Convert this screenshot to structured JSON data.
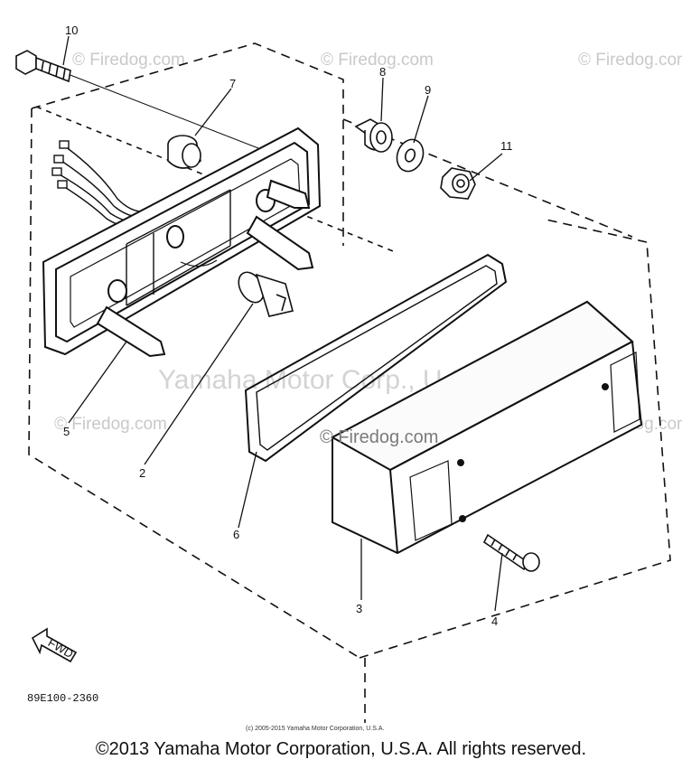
{
  "callouts": [
    "10",
    "7",
    "8",
    "9",
    "11",
    "5",
    "2",
    "6",
    "3",
    "4"
  ],
  "watermarks": {
    "site": "© Firedog.com",
    "site_plain": "© Firedog.com",
    "center": "Yamaha Motor Corp., U.S.A."
  },
  "fwd_label": "FWD",
  "diagram_code": "89E100-2360",
  "small_copyright": "(c) 2005-2015 Yamaha Motor Corporation, U.S.A.",
  "footer_copyright": "©2013 Yamaha Motor Corporation, U.S.A. All rights reserved."
}
